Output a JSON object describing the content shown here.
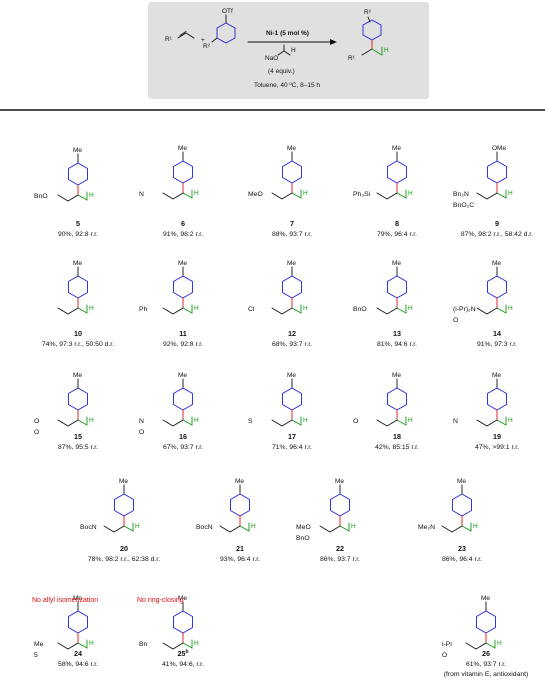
{
  "reaction": {
    "substrate_alkene_label": "R¹",
    "plus": "+",
    "aryl_triflate_label": "OTf",
    "aryl_r2_label": "R²",
    "catalyst": "Ni-1 (5 mol %)",
    "base_line1": "NaO",
    "base_equiv": "(4 equiv.)",
    "solvent_conditions": "Toluene, 40 ºC, 8–15 h",
    "product_r2_label": "R²",
    "product_r1_label": "R¹",
    "product_h_label": "H"
  },
  "compounds": [
    {
      "num": "5",
      "yield": "90%, 92:8 r.r.",
      "sub": "BnO",
      "top": "Me"
    },
    {
      "num": "6",
      "yield": "91%, 98:2 r.r.",
      "sub": "N",
      "top": "Me"
    },
    {
      "num": "7",
      "yield": "88%, 93:7 r.r.",
      "sub": "MeO",
      "top": "Me"
    },
    {
      "num": "8",
      "yield": "79%, 96:4 r.r.",
      "sub": "Ph₃Si",
      "top": "Me"
    },
    {
      "num": "9",
      "yield": "87%, 98:2 r.r., 58:42 d.r.",
      "sub": "Bn₂N",
      "sub2": "BnO₂C",
      "top": "OMe"
    },
    {
      "num": "10",
      "yield": "74%, 97:3 r.r., 50:50 d.r.",
      "top": "Me"
    },
    {
      "num": "11",
      "yield": "92%, 92:8 r.r.",
      "sub": "Ph",
      "top": "Me"
    },
    {
      "num": "12",
      "yield": "68%, 93:7 r.r.",
      "sub": "Cl",
      "top": "Me"
    },
    {
      "num": "13",
      "yield": "81%, 94:6 r.r.",
      "sub": "BnO",
      "top": "Me"
    },
    {
      "num": "14",
      "yield": "91%, 97:3 r.r.",
      "sub": "(i-Pr)₂N",
      "sub2": "O",
      "top": "Me"
    },
    {
      "num": "15",
      "yield": "87%, 95:5 r.r.",
      "sub": "O",
      "sub2": "O",
      "top": "Me"
    },
    {
      "num": "16",
      "yield": "67%, 93:7 r.r.",
      "sub": "N",
      "sub2": "O",
      "top": "Me"
    },
    {
      "num": "17",
      "yield": "71%, 96:4 r.r.",
      "sub": "S",
      "top": "Me"
    },
    {
      "num": "18",
      "yield": "42%, 85:15 r.r.",
      "sub": "O",
      "top": "Me"
    },
    {
      "num": "19",
      "yield": "47%, >99:1 r.r.",
      "sub": "N",
      "top": "Me"
    },
    {
      "num": "20",
      "yield": "78%, 98:2 r.r., 62:38 d.r.",
      "sub": "BocN",
      "top": "Me"
    },
    {
      "num": "21",
      "yield": "93%, 96:4 r.r.",
      "sub": "BocN",
      "top": "Me"
    },
    {
      "num": "22",
      "yield": "86%, 93:7 r.r.",
      "sub": "MeO",
      "sub2": "BnO",
      "top": "Me"
    },
    {
      "num": "23",
      "yield": "86%, 96:4 r.r.",
      "sub": "Me₂N",
      "top": "Me"
    },
    {
      "num": "24",
      "yield": "58%, 94:6 r.r.",
      "sub": "Me",
      "sub2": "5",
      "note": "No allyl isomerization",
      "top": "Me"
    },
    {
      "num": "25",
      "sup": "b",
      "yield": "41%, 94:6, r.r.",
      "sub": "Bn",
      "note": "No ring-closing",
      "top": "Me"
    },
    {
      "num": "26",
      "yield": "61%, 93:7 r.r.",
      "source": "(from vitamin E, antioxidant)",
      "sub": "i-Pr",
      "sub2": "O",
      "top": "Me"
    }
  ],
  "colors": {
    "ring": "#2222dd",
    "bond_red": "#dd1111",
    "bond_green": "#119911",
    "box": "#e0e0e0"
  }
}
